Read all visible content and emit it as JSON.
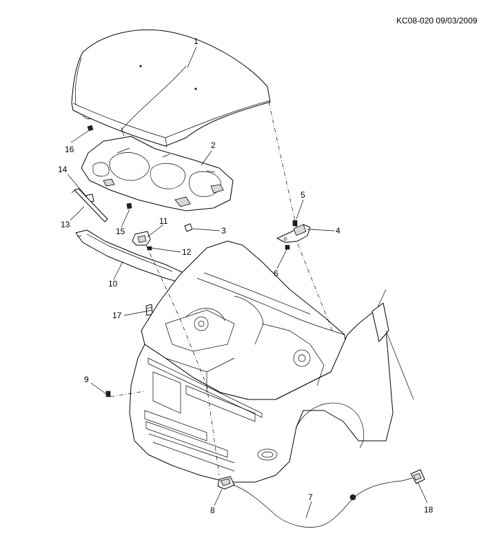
{
  "reference": "KC08-020 09/03/2009",
  "callouts": [
    {
      "id": "c1",
      "label": "1"
    },
    {
      "id": "c2",
      "label": "2"
    },
    {
      "id": "c3",
      "label": "3"
    },
    {
      "id": "c4",
      "label": "4"
    },
    {
      "id": "c5",
      "label": "5"
    },
    {
      "id": "c6",
      "label": "6"
    },
    {
      "id": "c7",
      "label": "7"
    },
    {
      "id": "c8",
      "label": "8"
    },
    {
      "id": "c9",
      "label": "9"
    },
    {
      "id": "c10",
      "label": "10"
    },
    {
      "id": "c11",
      "label": "11"
    },
    {
      "id": "c12",
      "label": "12"
    },
    {
      "id": "c13",
      "label": "13"
    },
    {
      "id": "c14",
      "label": "14"
    },
    {
      "id": "c15",
      "label": "15"
    },
    {
      "id": "c16",
      "label": "16"
    },
    {
      "id": "c17",
      "label": "17"
    },
    {
      "id": "c18",
      "label": "18"
    }
  ]
}
